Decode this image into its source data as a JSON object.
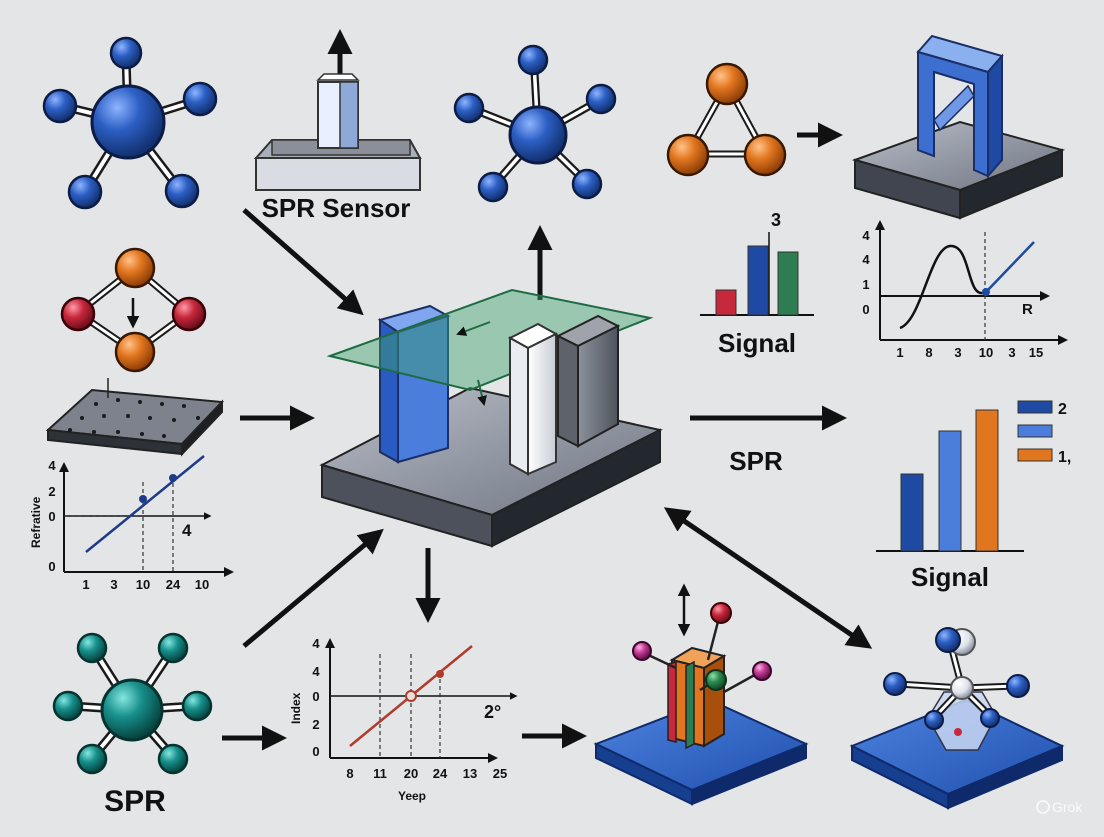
{
  "labels": {
    "spr_sensor": "SPR Sensor",
    "signal_top": "Signal",
    "signal_top_number": "3",
    "spr_middle": "SPR",
    "signal_right": "Signal",
    "spr_bottom": "SPR",
    "legend_1": "2",
    "legend_3": "1,",
    "watermark": "Grok"
  },
  "charts": {
    "top_right_curve": {
      "y_ticks": [
        "4",
        "4",
        "1",
        "0"
      ],
      "x_ticks": [
        "1",
        "8",
        "3",
        "10",
        "3",
        "15"
      ],
      "annotation": "R"
    },
    "left_line": {
      "ylabel": "Refrative",
      "y_ticks": [
        "4",
        "2",
        "0",
        "0"
      ],
      "x_ticks": [
        "1",
        "3",
        "10",
        "24",
        "10"
      ],
      "annotation": "4"
    },
    "bottom_line": {
      "ylabel": "Index",
      "xlabel": "Yeep",
      "y_ticks": [
        "4",
        "4",
        "0",
        "2",
        "0"
      ],
      "x_ticks": [
        "8",
        "11",
        "20",
        "24",
        "13",
        "25"
      ],
      "annotation": "2°"
    }
  },
  "colors": {
    "blue": "#2456b0",
    "orange": "#e2761f",
    "red": "#c8283c",
    "teal": "#17908c",
    "green": "#2e7d52"
  }
}
